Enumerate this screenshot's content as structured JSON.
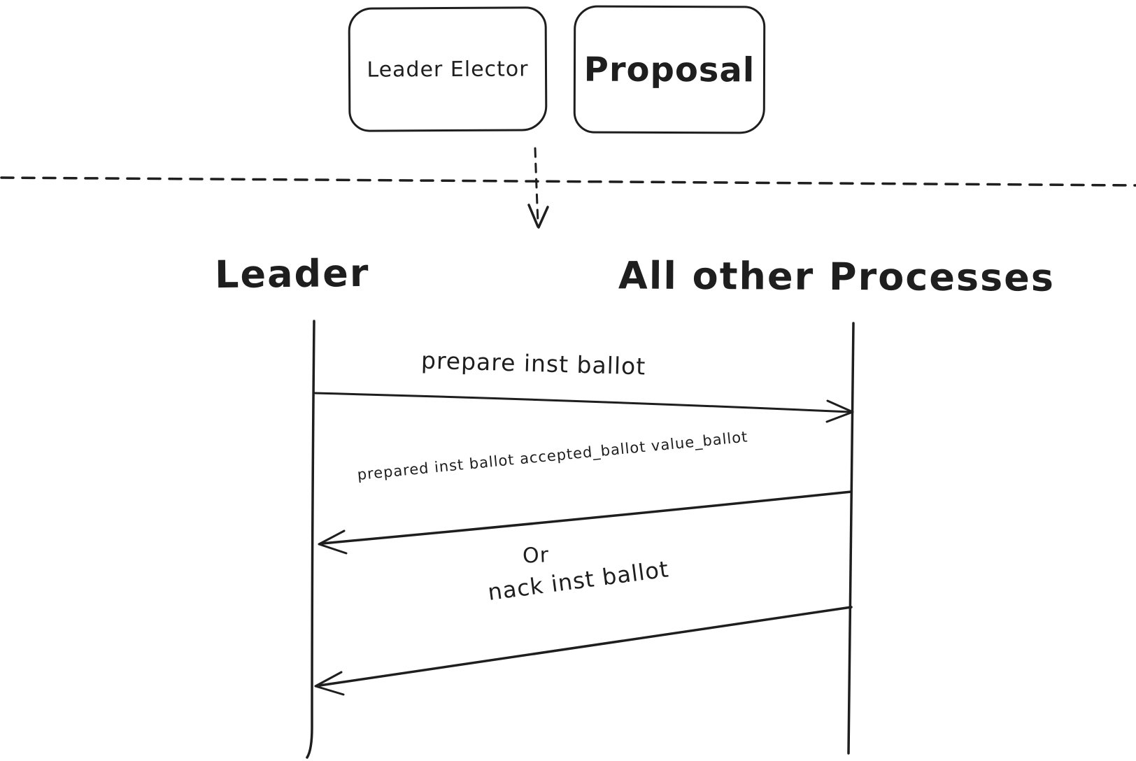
{
  "diagram": {
    "background": "#ffffff",
    "stroke_color": "#1e1e1e",
    "top_boxes": [
      {
        "label": "Leader Elector"
      },
      {
        "label": "Proposal"
      }
    ],
    "separator": {
      "style": "dashed-horizontal-line"
    },
    "flow_arrow": {
      "style": "dashed",
      "direction": "down"
    },
    "sequence": {
      "participants": [
        {
          "label": "Leader"
        },
        {
          "label": "All other Processes"
        }
      ],
      "messages": [
        {
          "label": "prepare inst ballot",
          "from": "Leader",
          "to": "All other Processes",
          "direction": "right"
        },
        {
          "label": "prepared inst ballot accepted_ballot value_ballot",
          "from": "All other Processes",
          "to": "Leader",
          "direction": "left"
        },
        {
          "label": "nack inst ballot",
          "from": "All other Processes",
          "to": "Leader",
          "direction": "left"
        }
      ],
      "alternative_label": "Or"
    }
  }
}
